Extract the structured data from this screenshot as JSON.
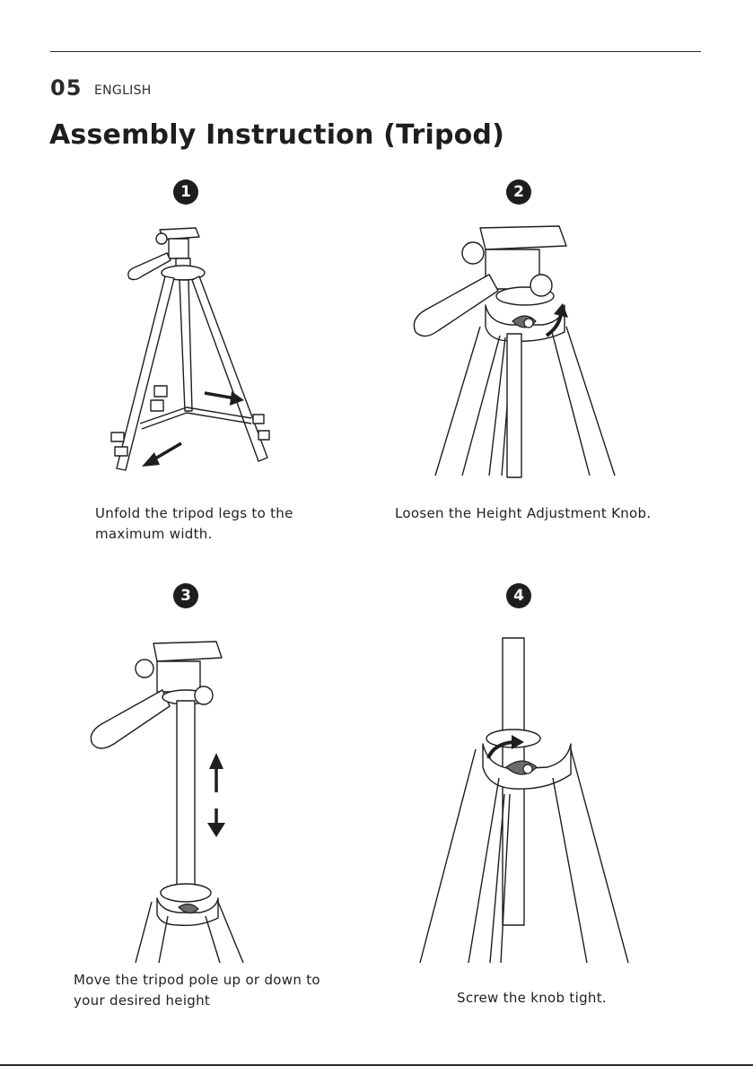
{
  "header": {
    "page_number": "05",
    "language": "ENGLISH"
  },
  "title": "Assembly Instruction (Tripod)",
  "steps": [
    {
      "number": "1",
      "caption_line1": "Unfold the tripod legs to the",
      "caption_line2": "maximum width."
    },
    {
      "number": "2",
      "caption_line1": "Loosen the Height Adjustment Knob.",
      "caption_line2": ""
    },
    {
      "number": "3",
      "caption_line1": "Move the tripod pole up or down to",
      "caption_line2": "your desired height"
    },
    {
      "number": "4",
      "caption_line1": "Screw the knob tight.",
      "caption_line2": ""
    }
  ],
  "colors": {
    "ink": "#1e1e1e",
    "knob": "#6b6b6b",
    "leg": "#d9d9d9"
  }
}
